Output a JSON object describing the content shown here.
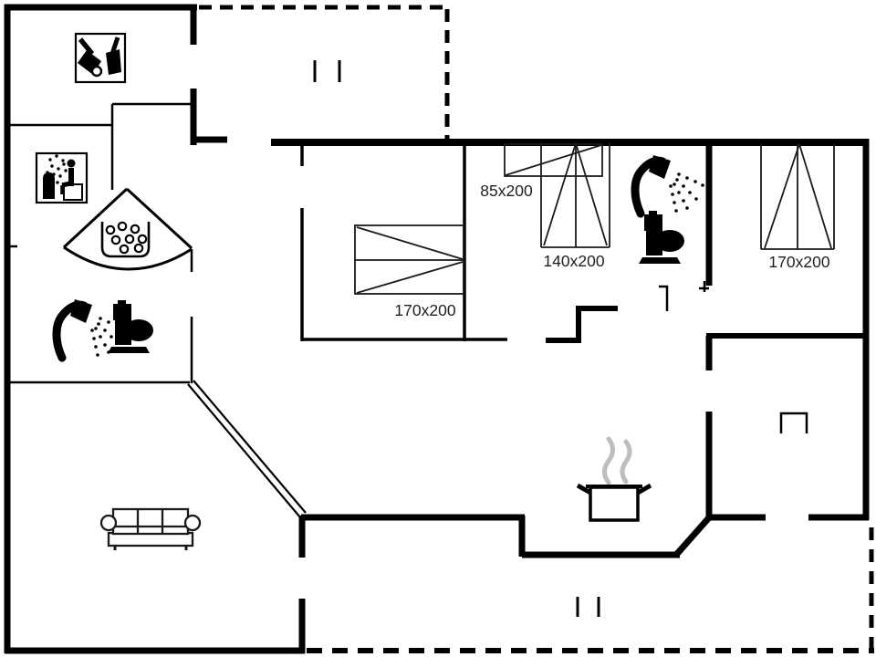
{
  "plan": {
    "type": "holiday-home-floor-plan",
    "colors": {
      "background": "#ffffff",
      "walls": "#000000",
      "furniture_lines": "#1a1a1a",
      "steam": "#bdbdbd",
      "label_text": "#1f1f1f"
    },
    "labels": {
      "bed_mid": "170x200",
      "bed_small_single": "85x200",
      "bed_small_double": "140x200",
      "bed_right": "170x200"
    },
    "icons": [
      "cleaning-tools-icon",
      "sauna-icon",
      "whirlpool-corner-bath-icon",
      "shower-icon",
      "toilet-icon",
      "shower-icon",
      "toilet-icon",
      "cooking-pot-icon",
      "sofa"
    ]
  }
}
